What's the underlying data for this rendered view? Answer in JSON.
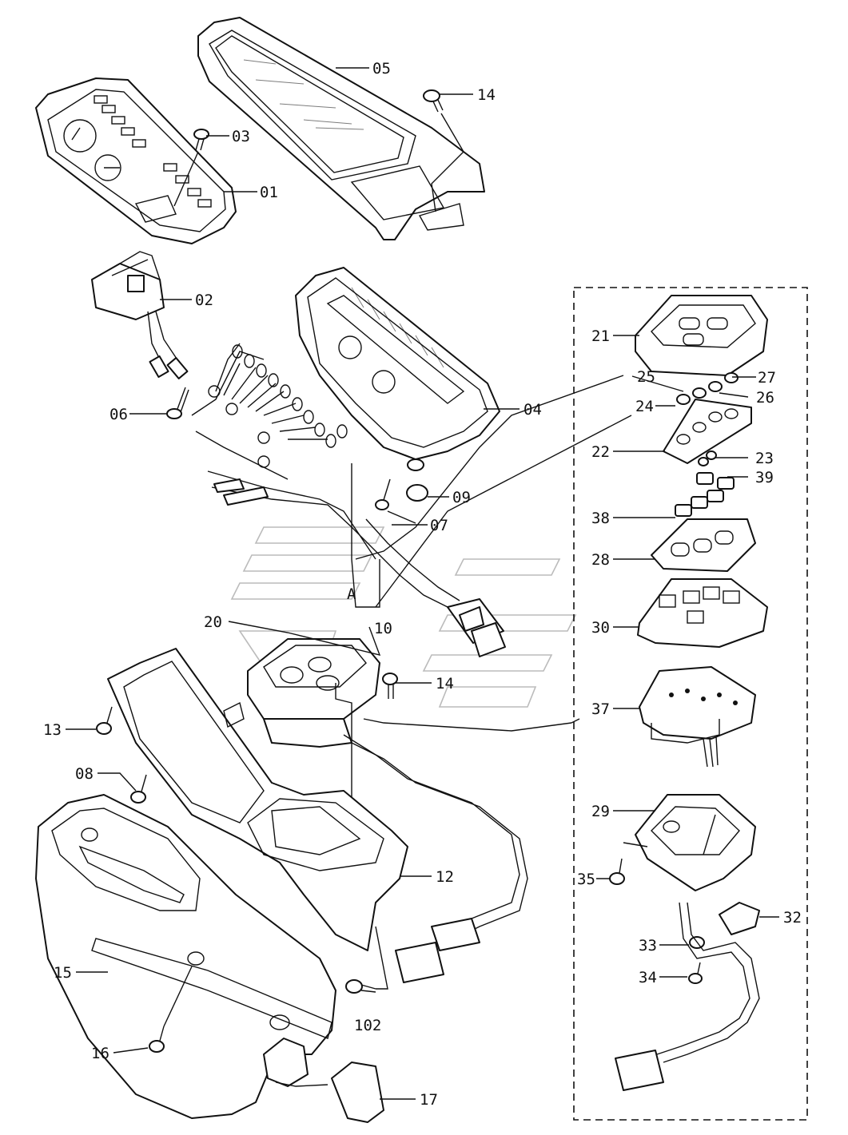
{
  "diagram": {
    "callouts": [
      "05",
      "14",
      "03",
      "01",
      "02",
      "04",
      "06",
      "07",
      "09",
      "A",
      "10",
      "20",
      "14",
      "13",
      "08",
      "12",
      "15",
      "102",
      "16",
      "17",
      "21",
      "25",
      "27",
      "24",
      "26",
      "22",
      "23",
      "39",
      "38",
      "28",
      "30",
      "37",
      "29",
      "35",
      "32",
      "33",
      "34"
    ]
  }
}
